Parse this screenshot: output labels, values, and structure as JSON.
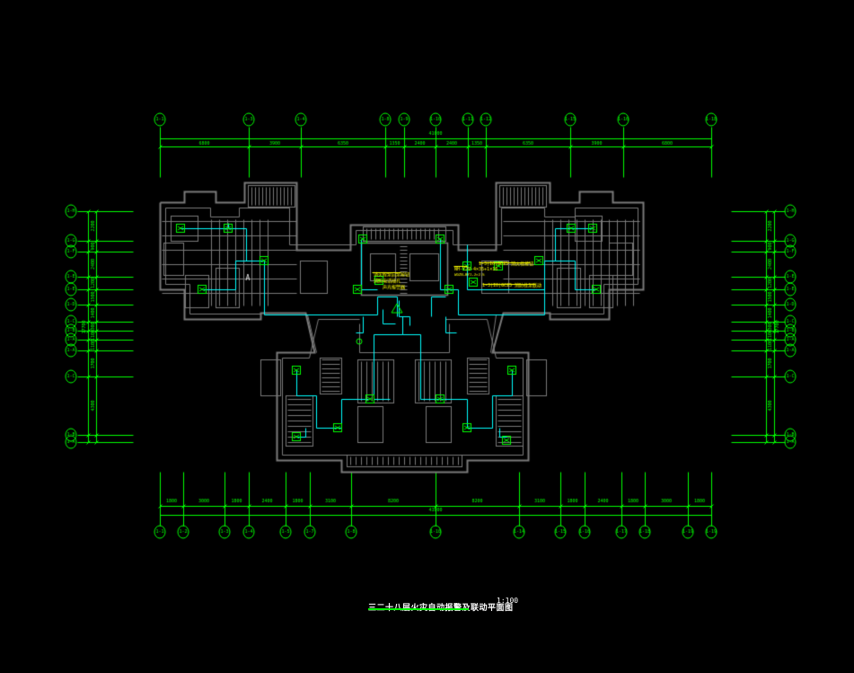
{
  "drawing": {
    "title": "三二十八层火灾自动报警及联动平面图",
    "scale": "1:100",
    "colors": {
      "background": "#000000",
      "wall": "#7a7a7a",
      "axis": "#00ff00",
      "wiring": "#00ffff",
      "device": "#00ff00",
      "note": "#ffff00",
      "text": "#ffffff"
    }
  },
  "axes": {
    "top_grid": [
      "1-1",
      "1-3",
      "1-4",
      "1-8",
      "1-9",
      "1-10",
      "1-11",
      "1-12",
      "1-15",
      "1-16",
      "1-18"
    ],
    "top_dims": [
      "6800",
      "3900",
      "6350",
      "1350",
      "2400",
      "2400",
      "1350",
      "6350",
      "3900",
      "6800"
    ],
    "top_total": "41000",
    "bottom_grid": [
      "1-1",
      "1-2",
      "1-3",
      "1-4",
      "1-5",
      "1-7",
      "1-8",
      "1-10",
      "1-14",
      "1-15",
      "1-16",
      "1-17",
      "1-18",
      "1-19"
    ],
    "bottom_dims": [
      "1800",
      "3000",
      "1800",
      "2400",
      "1800",
      "3100",
      "8200",
      "8200",
      "3100",
      "1800",
      "2400",
      "1800",
      "3000",
      "1800"
    ],
    "bottom_total": "41000",
    "left_grid": [
      "1-H",
      "1-G",
      "1-F",
      "1-E",
      "1-D",
      "1-C",
      "1-B",
      "1-A",
      "1-A",
      "1-C",
      "1-B",
      "1-A"
    ],
    "right_grid": [
      "1-H",
      "1-G",
      "1-F",
      "1-E",
      "1-D",
      "1-C",
      "1-B",
      "1-A",
      "1-A",
      "1-C",
      "1-B",
      "1-A"
    ],
    "side_dims": [
      "2200",
      "900",
      "2400",
      "1200",
      "1500",
      "1400",
      "300",
      "1100",
      "1100",
      "1700",
      "4300",
      "700"
    ],
    "side_total": "17700"
  },
  "annotations": {
    "room_mark": "A",
    "notes": [
      "NH-YJV-4×35+1×16",
      "WDZN-BYJ-2×2.5",
      "1-3(IO)GC25 消火栓按钮",
      "1-3(IO)GC25 消防栓泵联动",
      "消火栓泵启泵按钮",
      "消防电话插孔",
      "声光报警器"
    ]
  }
}
